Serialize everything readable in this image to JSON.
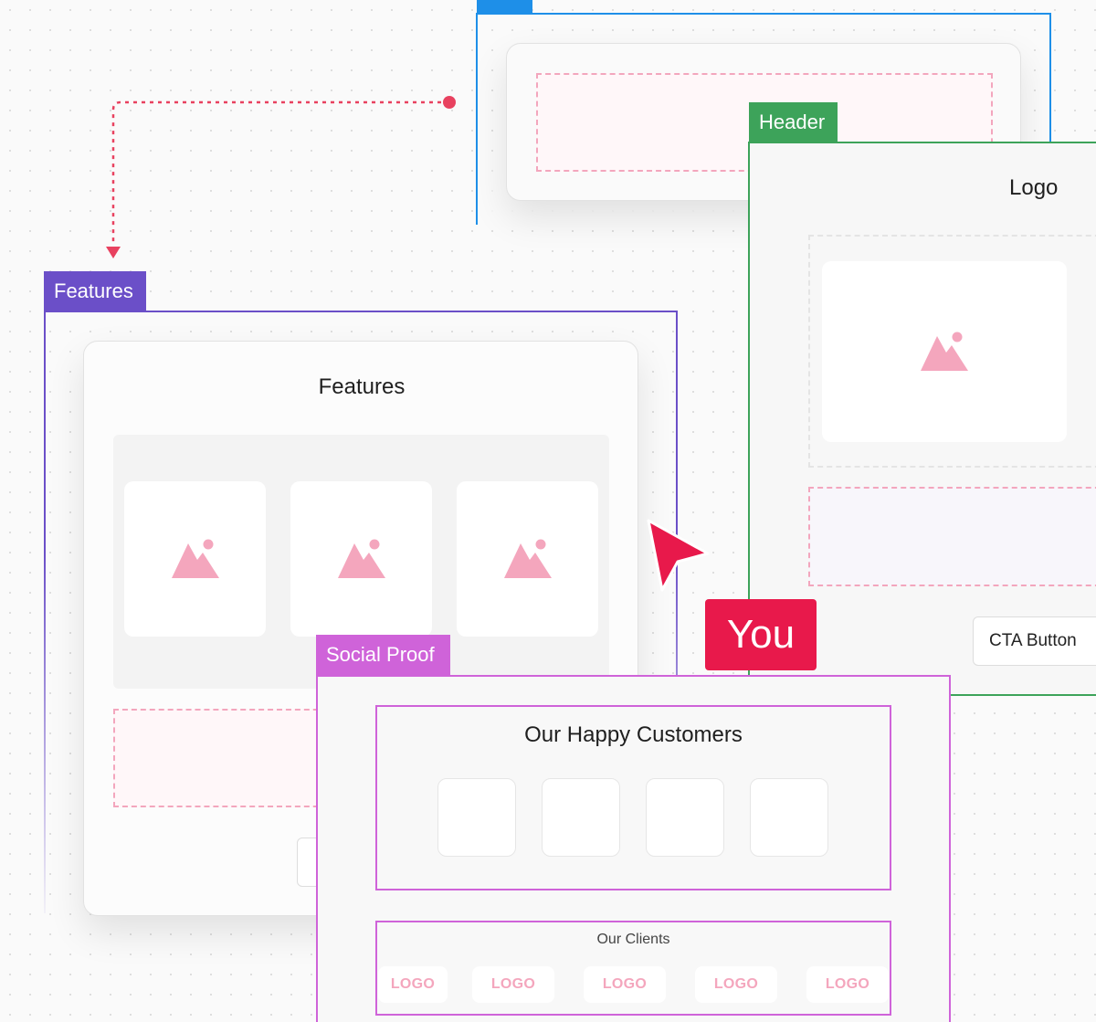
{
  "frames": {
    "features_tag": "Features",
    "header_tag": "Header",
    "social_proof_tag": "Social Proof"
  },
  "features_card": {
    "title": "Features",
    "tile_icons": [
      "image-icon",
      "image-icon",
      "image-icon"
    ]
  },
  "header_card": {
    "logo_text": "Logo",
    "cta_label": "CTA Button"
  },
  "cursor": {
    "label": "You",
    "color": "#e8194b"
  },
  "social_proof": {
    "customers_title": "Our Happy Customers",
    "clients_title": "Our Clients",
    "client_logos": [
      "LOGO",
      "LOGO",
      "LOGO",
      "LOGO",
      "LOGO"
    ]
  },
  "colors": {
    "features_frame": "#6b4fc8",
    "header_frame": "#3da35a",
    "top_frame": "#1e8fe8",
    "social_proof_frame": "#cf63d9",
    "connector": "#e8415f",
    "placeholder_pink": "#f4a6bd"
  }
}
